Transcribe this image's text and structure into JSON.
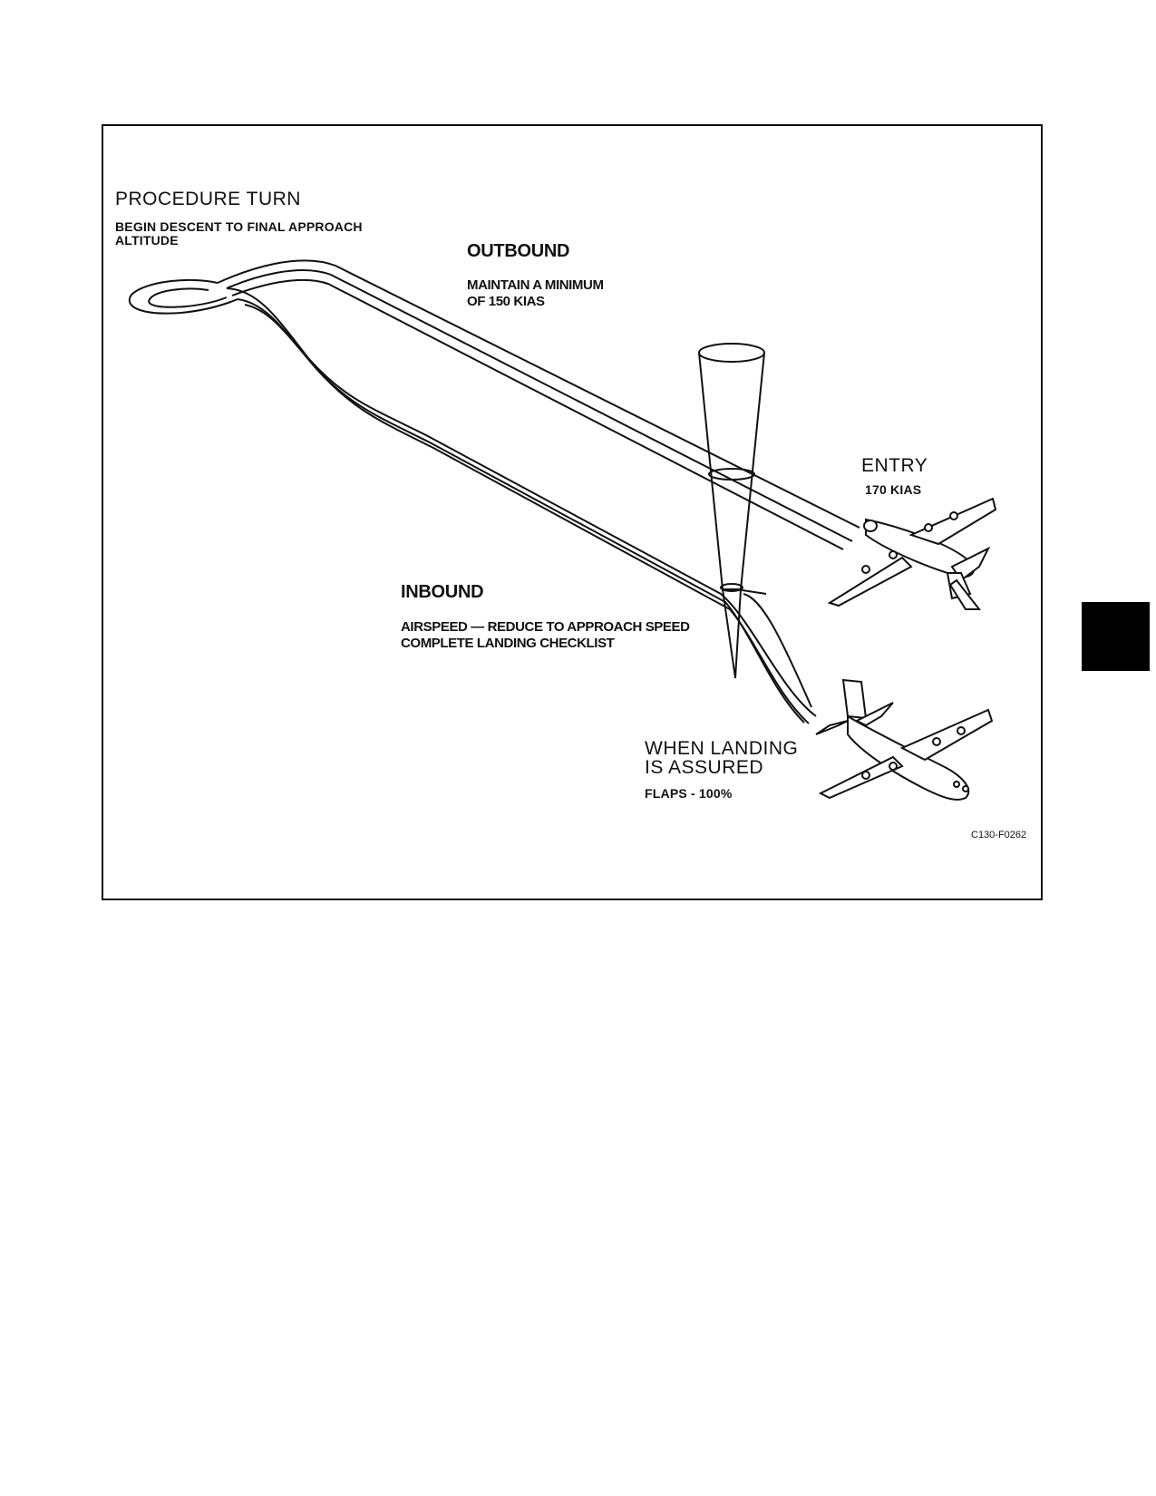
{
  "procedure_turn": {
    "title": "PROCEDURE TURN",
    "note_line1": "BEGIN DESCENT TO FINAL APPROACH",
    "note_line2": "ALTITUDE"
  },
  "outbound": {
    "title": "OUTBOUND",
    "note_line1": "MAINTAIN A MINIMUM",
    "note_line2": "OF 150 KIAS"
  },
  "entry": {
    "title": "ENTRY",
    "note": "170 KIAS"
  },
  "inbound": {
    "title": "INBOUND",
    "note_line1": "AIRSPEED — REDUCE TO APPROACH SPEED",
    "note_line2": "COMPLETE LANDING CHECKLIST"
  },
  "landing": {
    "title_line1": "WHEN LANDING",
    "title_line2": "IS ASSURED",
    "note": "FLAPS - 100%"
  },
  "figure_id": "C130-F0262"
}
